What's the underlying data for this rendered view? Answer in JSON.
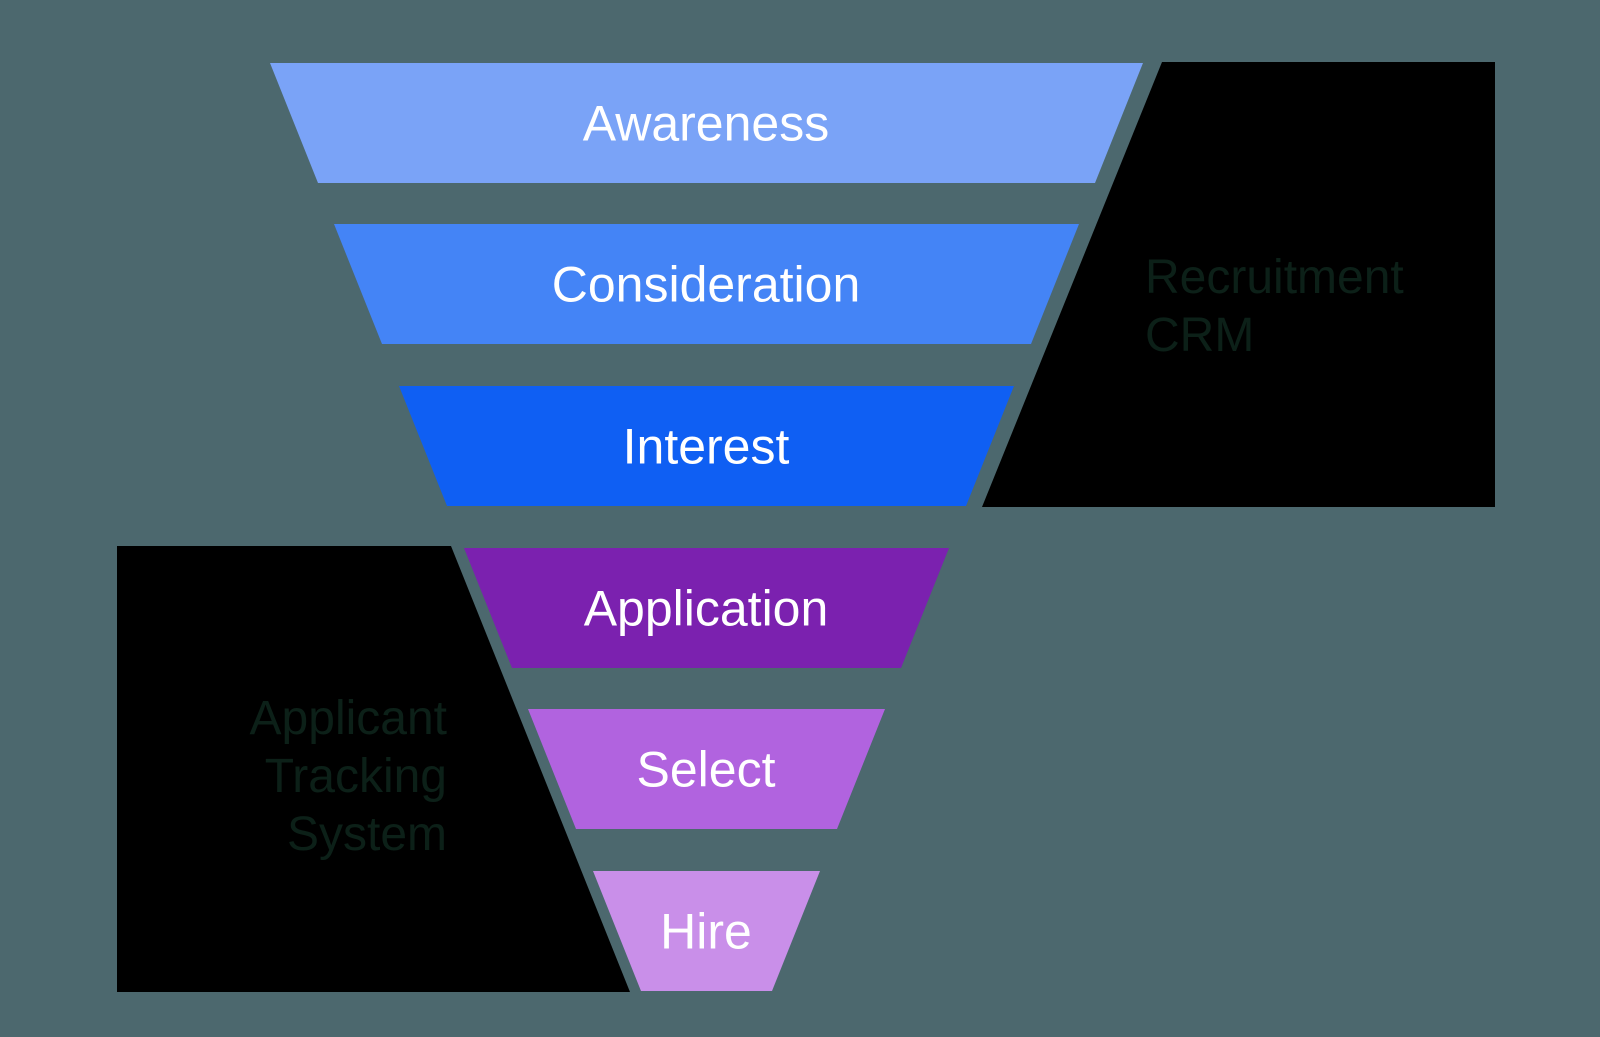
{
  "background_color": "#4c686e",
  "funnel": {
    "label_color": "#ffffff",
    "stages": [
      {
        "label": "Awareness",
        "color": "#7aa3f7"
      },
      {
        "label": "Consideration",
        "color": "#4484f6"
      },
      {
        "label": "Interest",
        "color": "#0f5ff3"
      },
      {
        "label": "Application",
        "color": "#7b21af"
      },
      {
        "label": "Select",
        "color": "#b163df"
      },
      {
        "label": "Hire",
        "color": "#c98fe9"
      }
    ]
  },
  "annotations": {
    "recruitment_crm": {
      "lines": [
        "Recruitment",
        "CRM"
      ],
      "shape_color": "#000000",
      "text_color": "#0c2018"
    },
    "applicant_tracking_system": {
      "lines": [
        "Applicant",
        "Tracking",
        "System"
      ],
      "shape_color": "#000000",
      "text_color": "#0c2018"
    }
  }
}
